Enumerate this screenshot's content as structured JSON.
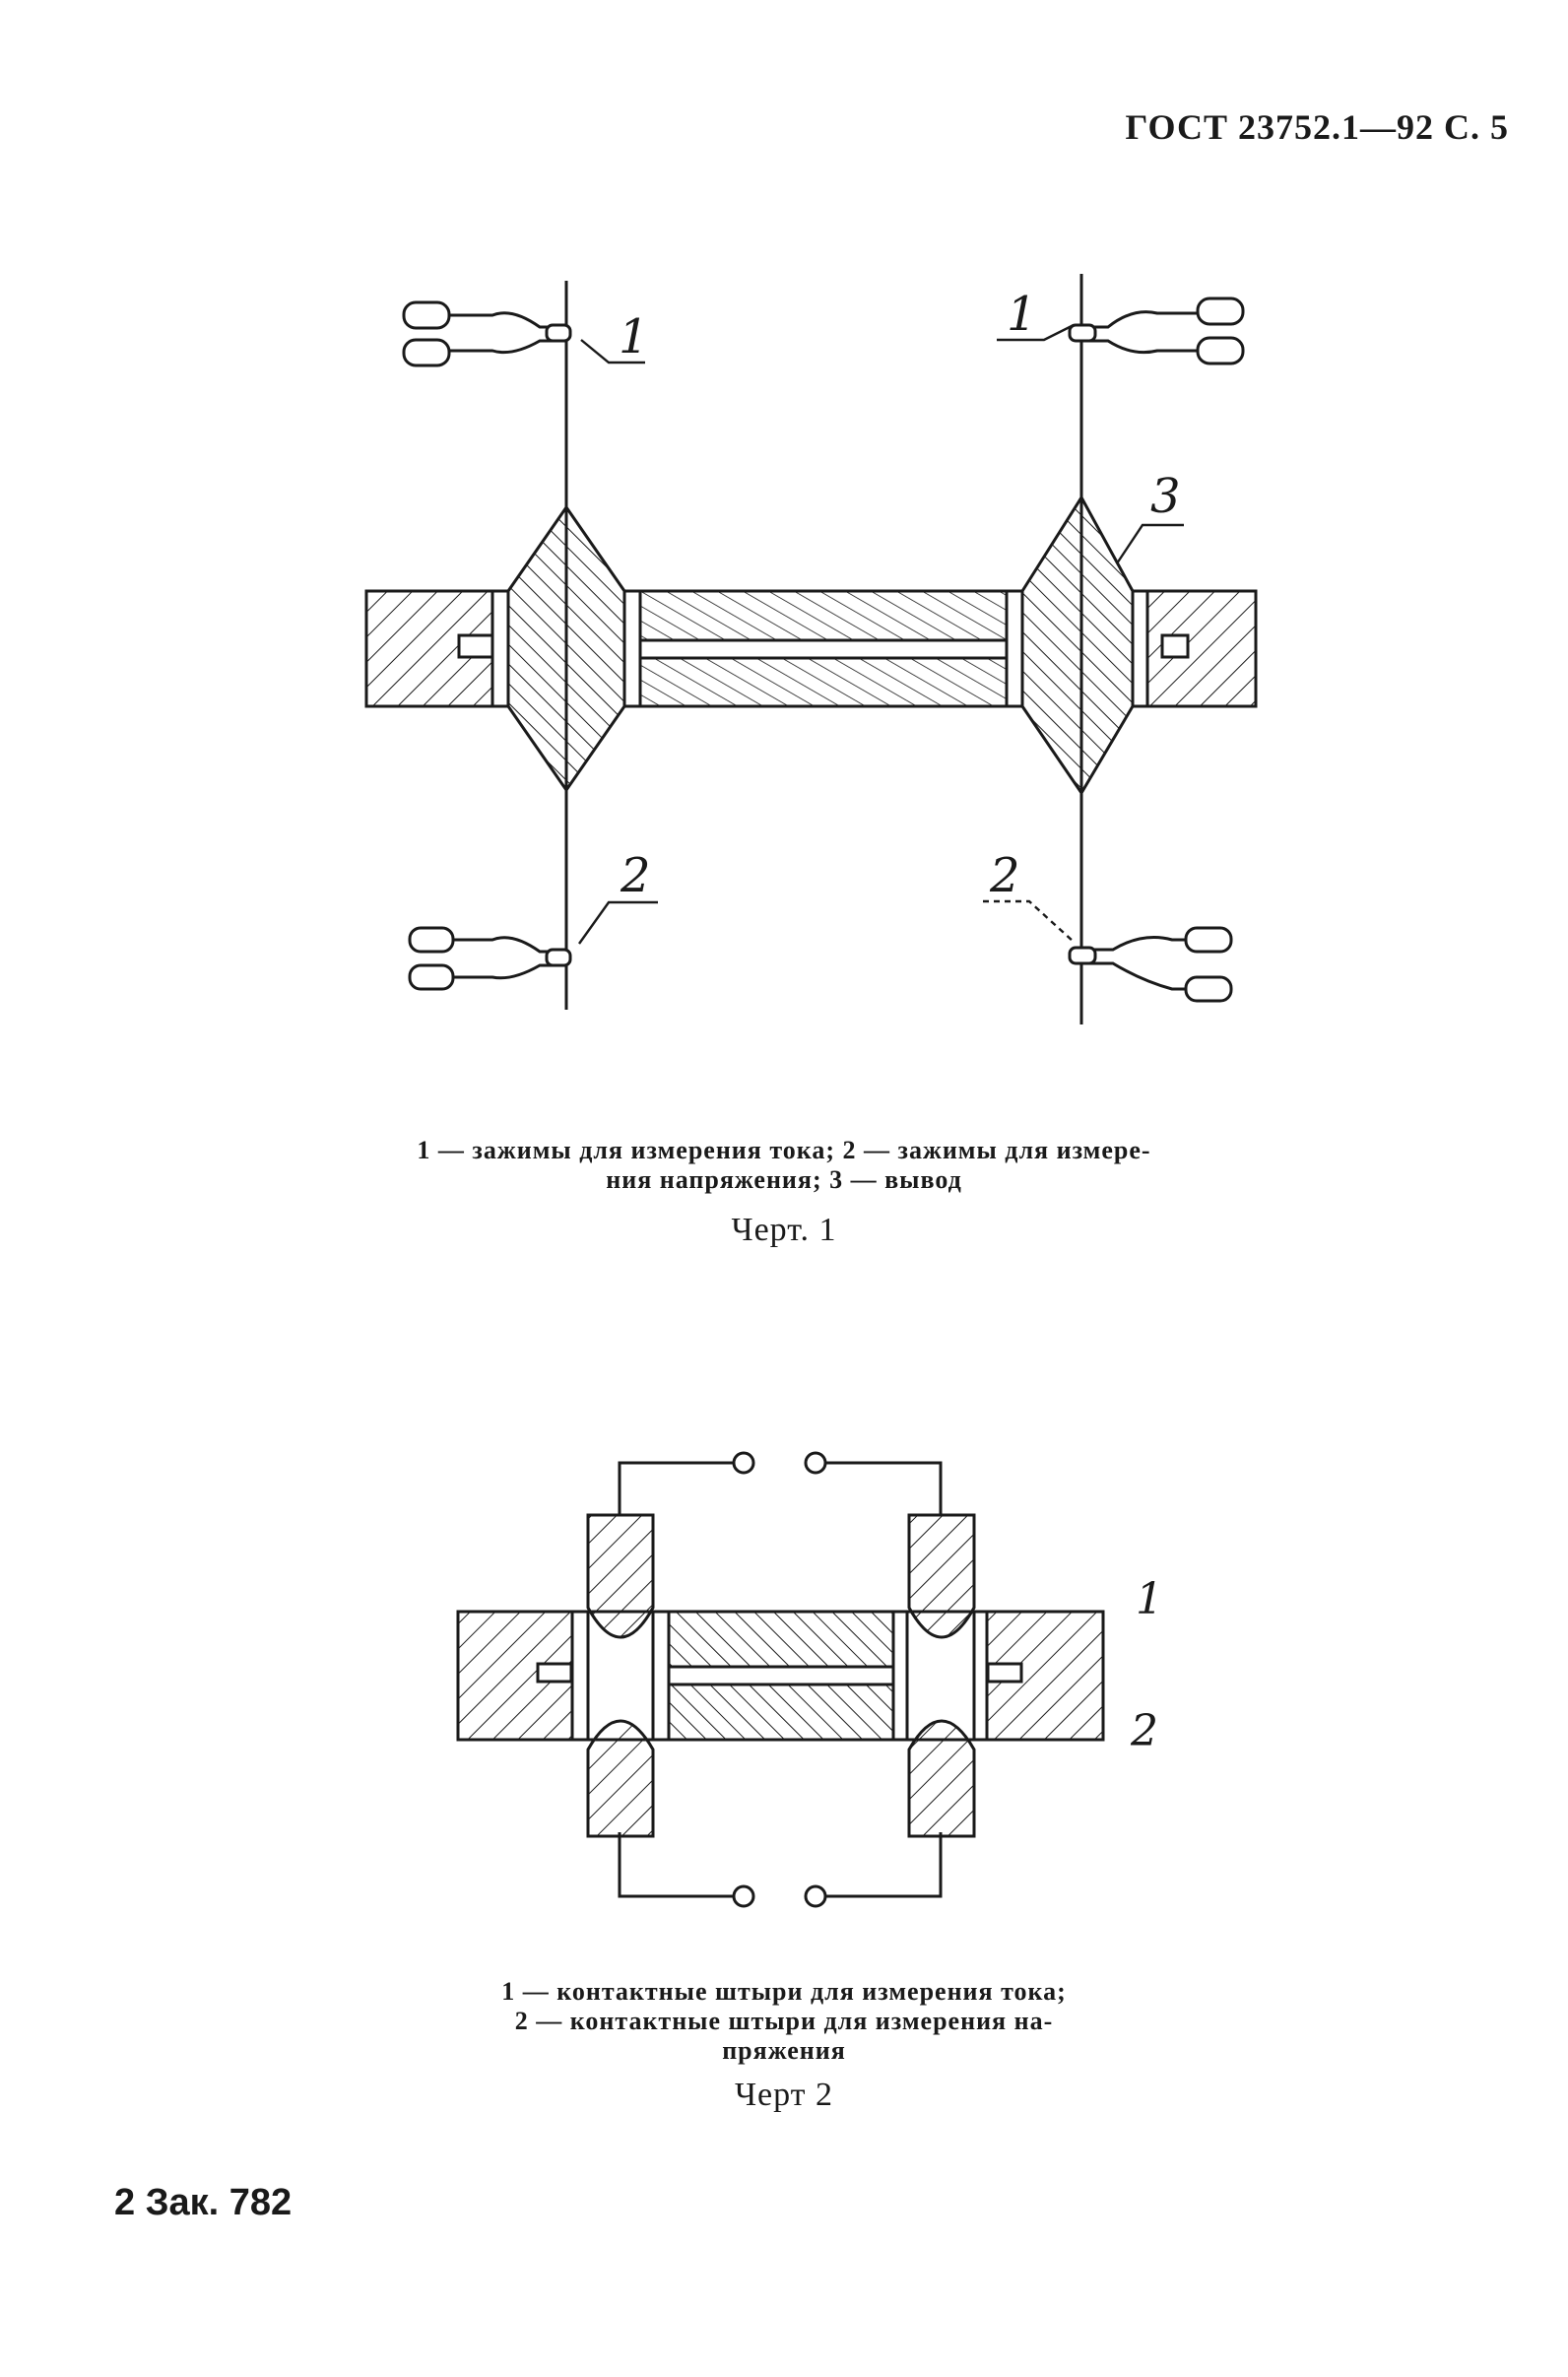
{
  "header": {
    "code": "ГОСТ 23752.1—92 С. 5"
  },
  "figure1": {
    "labels": [
      "1",
      "1",
      "3",
      "2",
      "2"
    ],
    "caption_lines": [
      "1 — зажимы для измерения тока; 2 — зажимы для измере-",
      "ния напряжения; 3 — вывод"
    ],
    "title": "Черт. 1"
  },
  "figure2": {
    "labels": [
      "1",
      "2"
    ],
    "caption_lines": [
      "1 — контактные штыри для измерения тока;",
      "2 — контактные штыри для измерения на-",
      "пряжения"
    ],
    "title": "Черт 2"
  },
  "footer": {
    "text": "2 Зак. 782"
  }
}
